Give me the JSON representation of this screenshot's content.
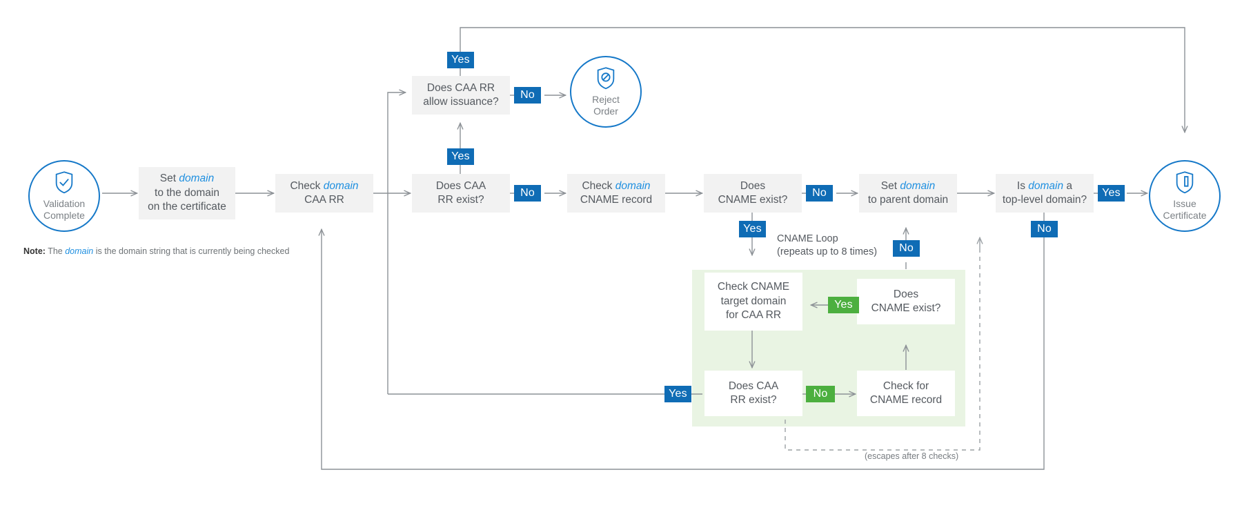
{
  "meta": {
    "title": "CAA Record Checking Flowchart",
    "colors": {
      "blue": "#0f6cb5",
      "blue_accent": "#1578c8",
      "domain_blue": "#1e8fe0",
      "green": "#4caf3f",
      "green_zone": "#e9f4e3",
      "box_gray": "#f2f2f2",
      "text_gray": "#54595f",
      "line_gray": "#8c9196"
    }
  },
  "note": {
    "prefix": "Note:",
    "part1": " The ",
    "emphasis": "domain",
    "part2": " is the domain string that is currently being checked"
  },
  "terminals": [
    {
      "id": "validation-complete",
      "line1": "Validation",
      "line2": "Complete",
      "icon": "shield-check-icon"
    },
    {
      "id": "reject-order",
      "line1": "Reject",
      "line2": "Order",
      "icon": "shield-deny-icon"
    },
    {
      "id": "issue-certificate",
      "line1": "Issue",
      "line2": "Certificate",
      "icon": "shield-certificate-icon"
    }
  ],
  "nodes": {
    "set_domain_cert": {
      "l1": "Set ",
      "em1": "domain",
      "l2": "to the domain",
      "l3": "on the certificate"
    },
    "check_domain_caa": {
      "l1": "Check ",
      "em1": "domain",
      "l2": "CAA RR"
    },
    "does_caa_rr_exist": {
      "l1": "Does CAA",
      "l2": "RR exist?"
    },
    "does_caa_allow": {
      "l1": "Does CAA RR",
      "l2": "allow issuance?"
    },
    "check_domain_cname": {
      "l1": "Check ",
      "em1": "domain",
      "l2": "CNAME record"
    },
    "does_cname_exist": {
      "l1": "Does",
      "l2": "CNAME exist?"
    },
    "set_parent_domain": {
      "l1": "Set ",
      "em1": "domain",
      "l2": "to parent domain"
    },
    "is_tld": {
      "l1": "Is ",
      "em1": "domain",
      "l1b": " a",
      "l2": "top-level domain?"
    },
    "loop_check_cname_target": {
      "l1": "Check CNAME",
      "l2": "target domain",
      "l3": "for CAA RR"
    },
    "loop_does_caa_exist": {
      "l1": "Does CAA",
      "l2": "RR exist?"
    },
    "loop_check_cname_record": {
      "l1": "Check for",
      "l2": "CNAME record"
    },
    "loop_does_cname_exist": {
      "l1": "Does",
      "l2": "CNAME exist?"
    }
  },
  "captions": {
    "cname_loop": "CNAME Loop\n(repeats up to 8 times)",
    "escapes": "(escapes after 8 checks)"
  },
  "edge_labels": {
    "yes_caa_allow_in": "Yes",
    "no_caa_allow": "No",
    "yes_caa_exist": "Yes",
    "no_caa_exist": "No",
    "no_cname_exist": "No",
    "yes_cname_exist": "Yes",
    "yes_is_tld": "Yes",
    "no_is_tld": "No",
    "no_loop_cname_exist": "No",
    "yes_loop_cname_exist": "Yes",
    "yes_loop_caa_exist": "Yes",
    "no_loop_caa_exist": "No"
  }
}
